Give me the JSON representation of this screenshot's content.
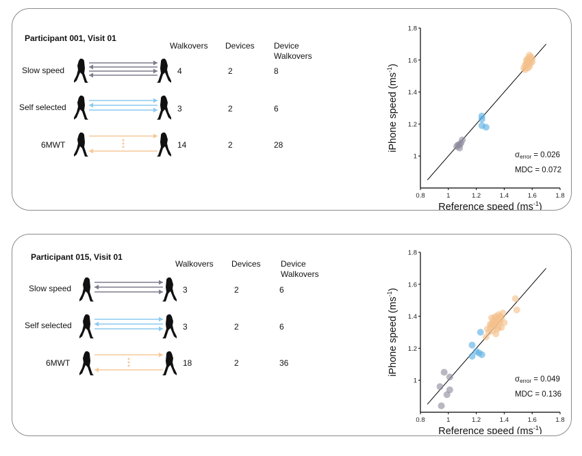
{
  "panels": [
    {
      "title": "Participant 001, Visit 01",
      "headers": {
        "walkovers": "Walkovers",
        "devices": "Devices",
        "device_walkovers_1": "Device",
        "device_walkovers_2": "Walkovers"
      },
      "rows": [
        {
          "label": "Slow speed",
          "walkovers": "4",
          "devices": "2",
          "device_walkovers": "8",
          "color": "#7d7b8c",
          "arrows": 4
        },
        {
          "label": "Self selected",
          "walkovers": "3",
          "devices": "2",
          "device_walkovers": "6",
          "color": "#8ccaf0",
          "arrows": 3
        },
        {
          "label": "6MWT",
          "walkovers": "14",
          "devices": "2",
          "device_walkovers": "28",
          "color": "#f5c99a",
          "arrows": 2,
          "dotted": true
        }
      ]
    },
    {
      "title": "Participant 015, Visit 01",
      "headers": {
        "walkovers": "Walkovers",
        "devices": "Devices",
        "device_walkovers_1": "Device",
        "device_walkovers_2": "Walkovers"
      },
      "rows": [
        {
          "label": "Slow speed",
          "walkovers": "3",
          "devices": "2",
          "device_walkovers": "6",
          "color": "#7d7b8c",
          "arrows": 3
        },
        {
          "label": "Self selected",
          "walkovers": "3",
          "devices": "2",
          "device_walkovers": "6",
          "color": "#8ccaf0",
          "arrows": 3
        },
        {
          "label": "6MWT",
          "walkovers": "18",
          "devices": "2",
          "device_walkovers": "36",
          "color": "#f5c99a",
          "arrows": 2,
          "dotted": true
        }
      ]
    }
  ],
  "chart_data": [
    {
      "type": "scatter",
      "xlabel": "Reference speed (ms",
      "xlabel_sup": "-1",
      "xlabel_end": ")",
      "ylabel": "iPhone speed (ms",
      "ylabel_sup": "-1",
      "ylabel_end": ")",
      "xlim": [
        0.8,
        1.8
      ],
      "ylim": [
        0.8,
        1.8
      ],
      "xticks": [
        "0.8",
        "1",
        "1.2",
        "1.4",
        "1.6",
        "1.8"
      ],
      "yticks": [
        "1",
        "1.2",
        "1.4",
        "1.6",
        "1.8"
      ],
      "identity_line": [
        [
          0.85,
          0.85
        ],
        [
          1.7,
          1.7
        ]
      ],
      "annotation_sigma_symbol": "σ",
      "annotation_sigma_sub": "error",
      "annotation_sigma_value": " = 0.026",
      "annotation_mdc": "MDC = 0.072",
      "colors": {
        "slow": "#8e8b9d",
        "self": "#5aaee3",
        "sixmwt": "#f4c08a"
      },
      "series": [
        {
          "group": "slow",
          "points": [
            [
              1.06,
              1.06
            ],
            [
              1.07,
              1.07
            ],
            [
              1.08,
              1.05
            ],
            [
              1.09,
              1.08
            ],
            [
              1.1,
              1.1
            ],
            [
              1.08,
              1.07
            ]
          ]
        },
        {
          "group": "self",
          "points": [
            [
              1.24,
              1.25
            ],
            [
              1.24,
              1.23
            ],
            [
              1.24,
              1.19
            ],
            [
              1.27,
              1.18
            ]
          ]
        },
        {
          "group": "sixmwt",
          "points": [
            [
              1.54,
              1.55
            ],
            [
              1.55,
              1.57
            ],
            [
              1.56,
              1.59
            ],
            [
              1.57,
              1.61
            ],
            [
              1.58,
              1.6
            ],
            [
              1.59,
              1.62
            ],
            [
              1.6,
              1.59
            ],
            [
              1.58,
              1.56
            ],
            [
              1.56,
              1.57
            ],
            [
              1.57,
              1.58
            ],
            [
              1.55,
              1.54
            ],
            [
              1.59,
              1.58
            ],
            [
              1.6,
              1.61
            ],
            [
              1.58,
              1.63
            ],
            [
              1.56,
              1.6
            ],
            [
              1.57,
              1.55
            ]
          ]
        }
      ]
    },
    {
      "type": "scatter",
      "xlabel": "Reference speed (ms",
      "xlabel_sup": "-1",
      "xlabel_end": ")",
      "ylabel": "iPhone speed (ms",
      "ylabel_sup": "-1",
      "ylabel_end": ")",
      "xlim": [
        0.8,
        1.8
      ],
      "ylim": [
        0.8,
        1.8
      ],
      "xticks": [
        "0.8",
        "1",
        "1.2",
        "1.4",
        "1.6",
        "1.8"
      ],
      "yticks": [
        "1",
        "1.2",
        "1.4",
        "1.6",
        "1.8"
      ],
      "identity_line": [
        [
          0.85,
          0.85
        ],
        [
          1.7,
          1.7
        ]
      ],
      "annotation_sigma_symbol": "σ",
      "annotation_sigma_sub": "error",
      "annotation_sigma_value": " = 0.049",
      "annotation_mdc": "MDC = 0.136",
      "colors": {
        "slow": "#8e8b9d",
        "self": "#5aaee3",
        "sixmwt": "#f4c08a"
      },
      "series": [
        {
          "group": "slow",
          "points": [
            [
              0.95,
              0.84
            ],
            [
              0.94,
              0.96
            ],
            [
              0.97,
              1.05
            ],
            [
              0.99,
              0.91
            ],
            [
              1.01,
              1.02
            ],
            [
              1.01,
              0.94
            ]
          ]
        },
        {
          "group": "self",
          "points": [
            [
              1.17,
              1.22
            ],
            [
              1.17,
              1.15
            ],
            [
              1.2,
              1.18
            ],
            [
              1.22,
              1.17
            ],
            [
              1.23,
              1.3
            ],
            [
              1.24,
              1.16
            ]
          ]
        },
        {
          "group": "sixmwt",
          "points": [
            [
              1.27,
              1.27
            ],
            [
              1.29,
              1.3
            ],
            [
              1.3,
              1.33
            ],
            [
              1.31,
              1.35
            ],
            [
              1.32,
              1.37
            ],
            [
              1.33,
              1.39
            ],
            [
              1.34,
              1.4
            ],
            [
              1.35,
              1.38
            ],
            [
              1.36,
              1.41
            ],
            [
              1.37,
              1.36
            ],
            [
              1.38,
              1.33
            ],
            [
              1.39,
              1.42
            ],
            [
              1.3,
              1.35
            ],
            [
              1.32,
              1.31
            ],
            [
              1.34,
              1.29
            ],
            [
              1.36,
              1.33
            ],
            [
              1.38,
              1.39
            ],
            [
              1.4,
              1.36
            ],
            [
              1.33,
              1.34
            ],
            [
              1.35,
              1.32
            ],
            [
              1.31,
              1.39
            ],
            [
              1.37,
              1.4
            ],
            [
              1.28,
              1.32
            ],
            [
              1.48,
              1.51
            ],
            [
              1.49,
              1.44
            ],
            [
              1.36,
              1.37
            ],
            [
              1.34,
              1.36
            ],
            [
              1.32,
              1.35
            ]
          ]
        }
      ]
    }
  ]
}
